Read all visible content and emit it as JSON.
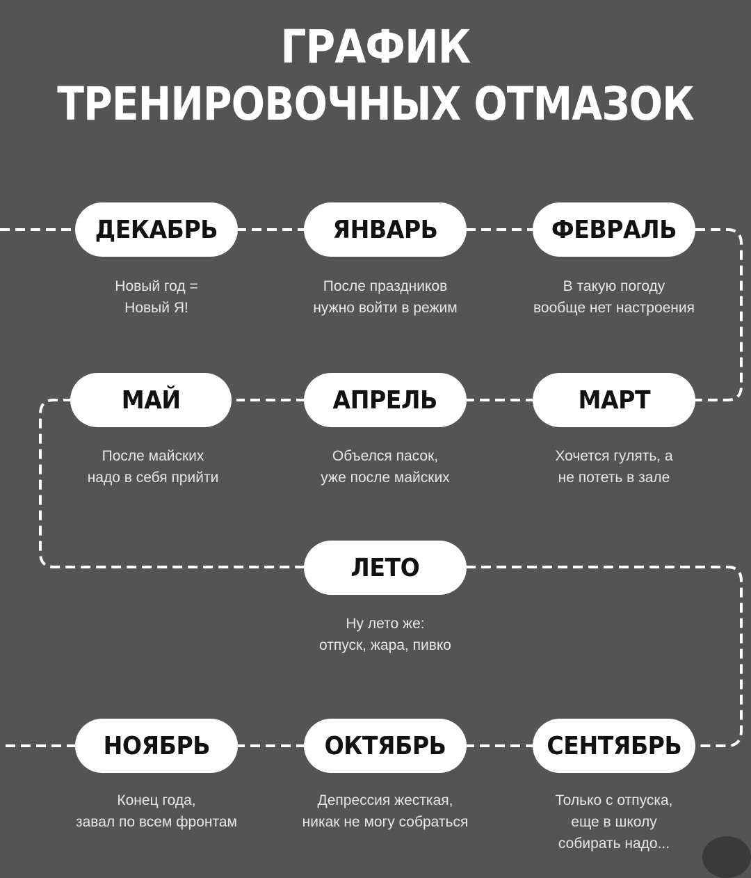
{
  "title": {
    "line1": "ГРАФИК",
    "line2": "ТРЕНИРОВОЧНЫХ ОТМАЗОК"
  },
  "colors": {
    "background": "#545454",
    "pill": "#ffffff",
    "pill_text": "#111111",
    "text": "#e6e6e6",
    "line": "#ffffff"
  },
  "months": [
    {
      "name": "ДЕКАБРЬ",
      "excuse": [
        "Новый год =",
        "Новый Я!"
      ]
    },
    {
      "name": "ЯНВАРЬ",
      "excuse": [
        "После праздников",
        "нужно войти в режим"
      ]
    },
    {
      "name": "ФЕВРАЛЬ",
      "excuse": [
        "В такую погоду",
        "вообще нет настроения"
      ]
    },
    {
      "name": "МАЙ",
      "excuse": [
        "После майских",
        "надо в себя прийти"
      ]
    },
    {
      "name": "АПРЕЛЬ",
      "excuse": [
        "Объелся пасок,",
        "уже после майских"
      ]
    },
    {
      "name": "МАРТ",
      "excuse": [
        "Хочется гулять, а",
        "не потеть в зале"
      ]
    },
    {
      "name": "ЛЕТО",
      "excuse": [
        "Ну лето же:",
        "отпуск, жара, пивко"
      ]
    },
    {
      "name": "НОЯБРЬ",
      "excuse": [
        "Конец года,",
        "завал по всем фронтам"
      ]
    },
    {
      "name": "ОКТЯБРЬ",
      "excuse": [
        "Депрессия жесткая,",
        "никак не могу собраться"
      ]
    },
    {
      "name": "СЕНТЯБРЬ",
      "excuse": [
        "Только с отпуска,",
        "еще в школу",
        "собирать надо..."
      ]
    }
  ]
}
